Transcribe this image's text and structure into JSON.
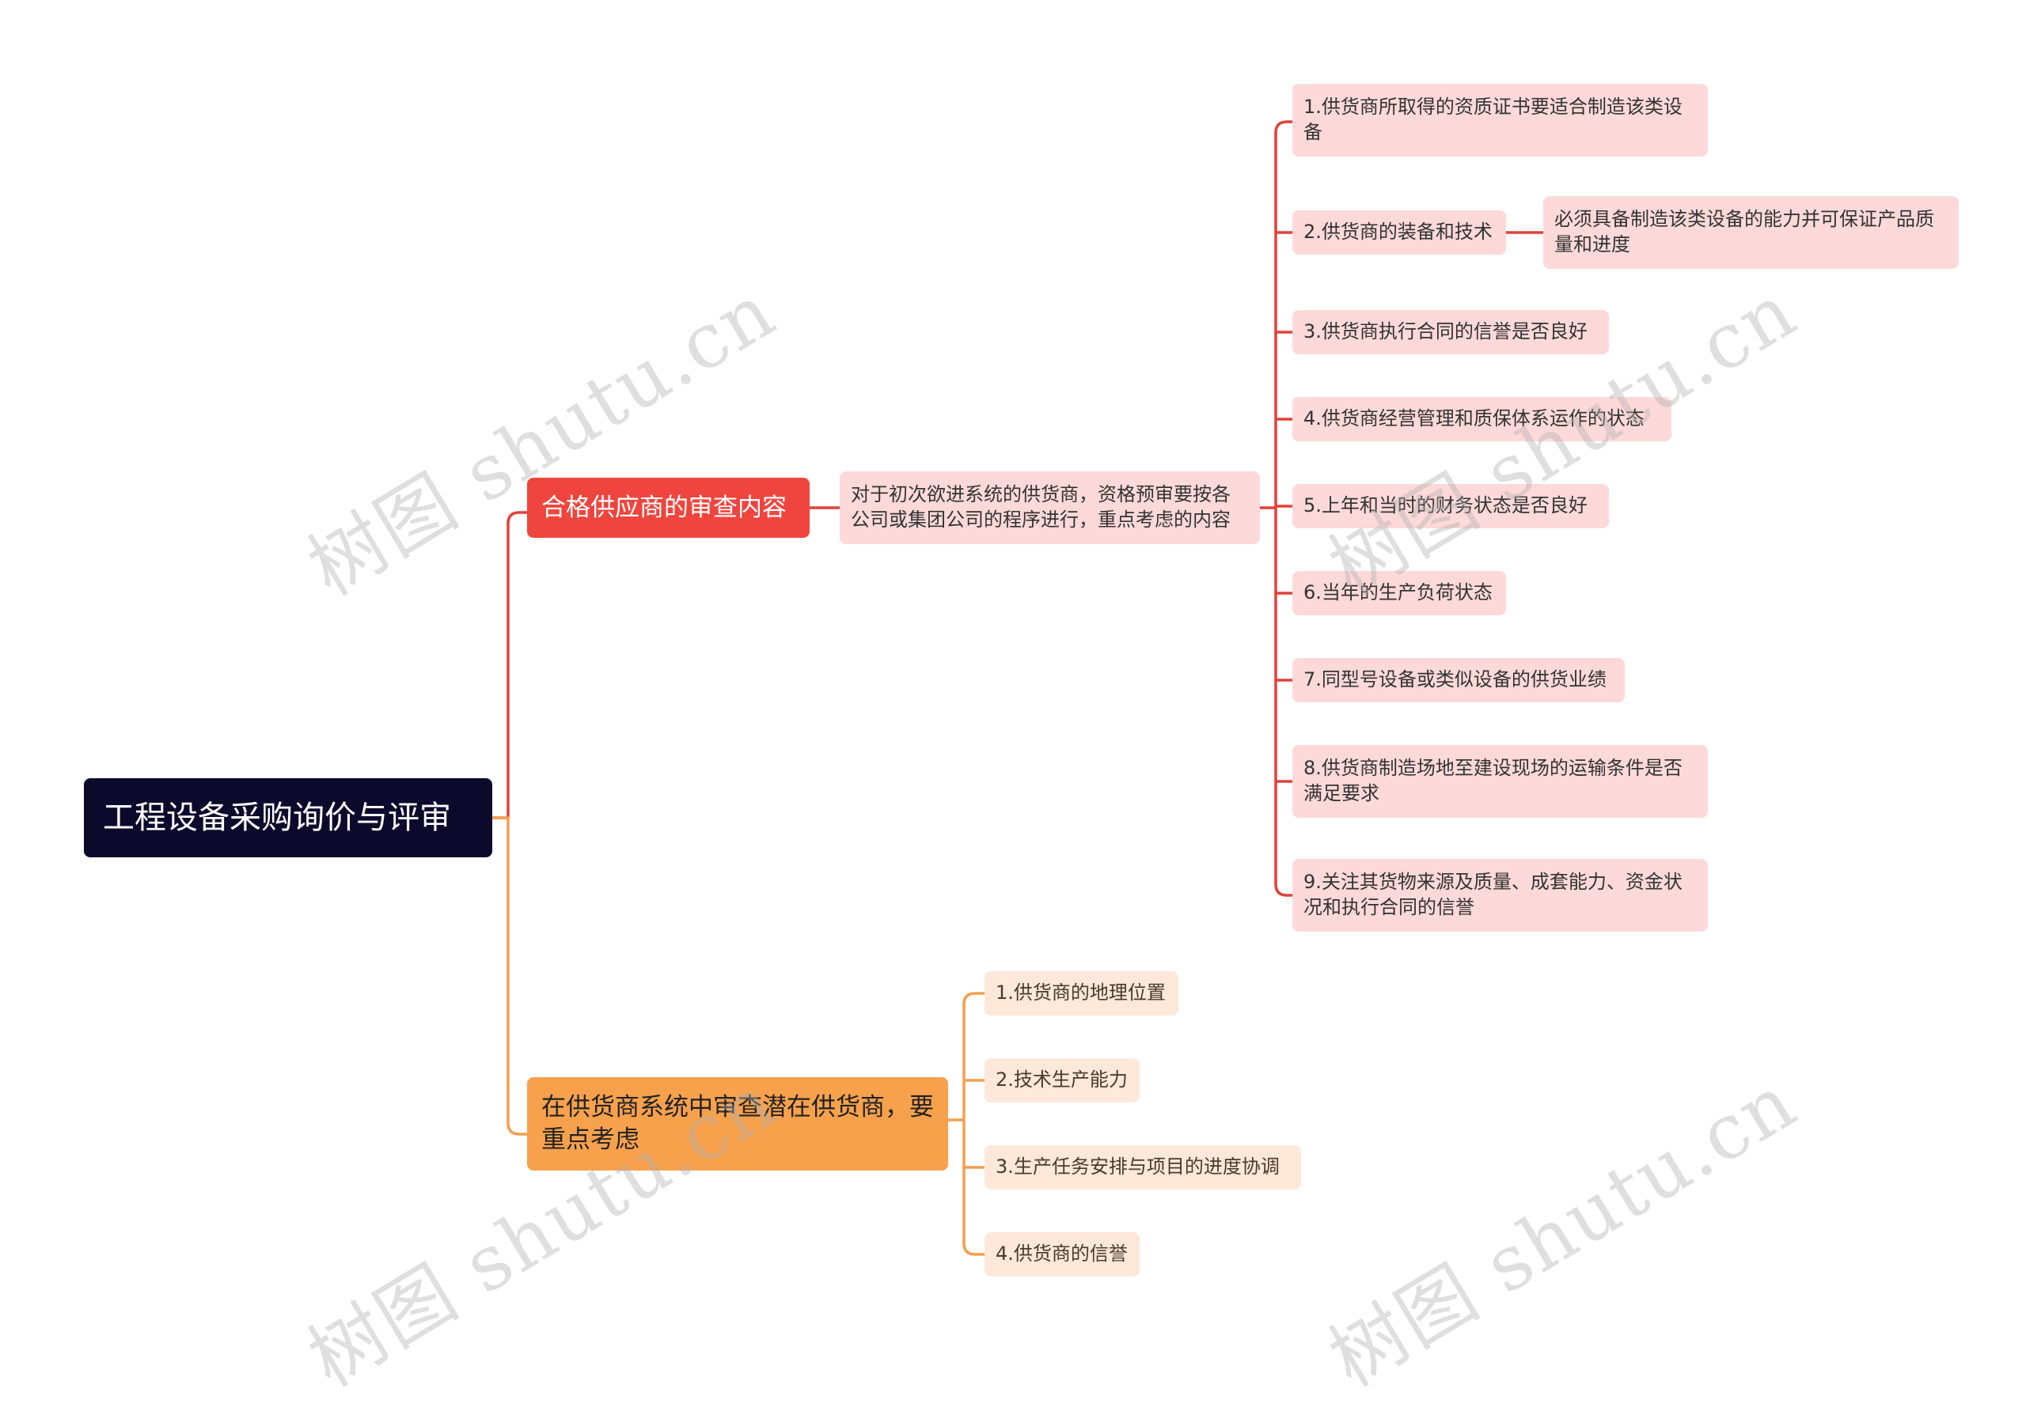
{
  "root": "工程设备采购询价与评审",
  "branch1": {
    "title": "合格供应商的审查内容",
    "child": "对于初次欲进系统的供货商，资格预审要按各公司或集团公司的程序进行，重点考虑的内容",
    "items": [
      "1.供货商所取得的资质证书要适合制造该类设备",
      "2.供货商的装备和技术",
      "3.供货商执行合同的信誉是否良好",
      "4.供货商经营管理和质保体系运作的状态",
      "5.上年和当时的财务状态是否良好",
      "6.当年的生产负荷状态",
      "7.同型号设备或类似设备的供货业绩",
      "8.供货商制造场地至建设现场的运输条件是否满足要求",
      "9.关注其货物来源及质量、成套能力、资金状况和执行合同的信誉"
    ],
    "item2_detail": "必须具备制造该类设备的能力并可保证产品质量和进度"
  },
  "branch2": {
    "title": "在供货商系统中审查潜在供货商，要重点考虑",
    "items": [
      "1.供货商的地理位置",
      "2.技术生产能力",
      "3.生产任务安排与项目的进度协调",
      "4.供货商的信誉"
    ]
  },
  "watermark": "树图 shutu.cn",
  "colors": {
    "root": "#0b0a2c",
    "branch1": "#f0453e",
    "branch2": "#f7a14d",
    "leaf1": "#fdd9d9",
    "leaf2": "#fde8d9",
    "line1": "#e0423c",
    "line2": "#f2a050"
  }
}
